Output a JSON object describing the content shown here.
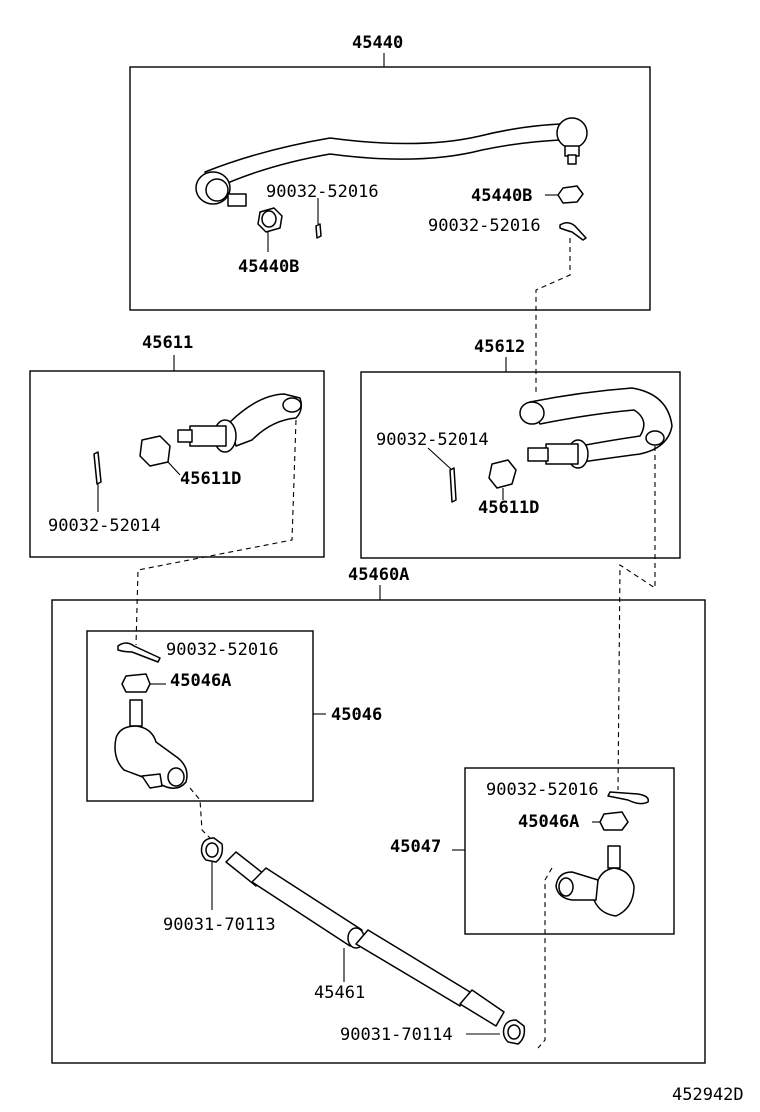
{
  "assembly_main": "45440",
  "assembly_main_b_left": "45440B",
  "assembly_main_b_right": "45440B",
  "pin_52016_a": "90032-52016",
  "pin_52016_b": "90032-52016",
  "arm_left": "45611",
  "arm_left_nut": "45611D",
  "arm_left_pin": "90032-52014",
  "arm_right": "45612",
  "arm_right_pin": "90032-52014",
  "arm_right_nut": "45611D",
  "tie_rod_assy": "45460A",
  "end_left_pin": "90032-52016",
  "end_left_nut": "45046A",
  "end_left": "45046",
  "end_right_pin": "90032-52016",
  "end_right_nut": "45046A",
  "end_right": "45047",
  "clamp_nut_left": "90031-70113",
  "tube": "45461",
  "clamp_nut_right": "90031-70114",
  "diagram_code": "452942D"
}
